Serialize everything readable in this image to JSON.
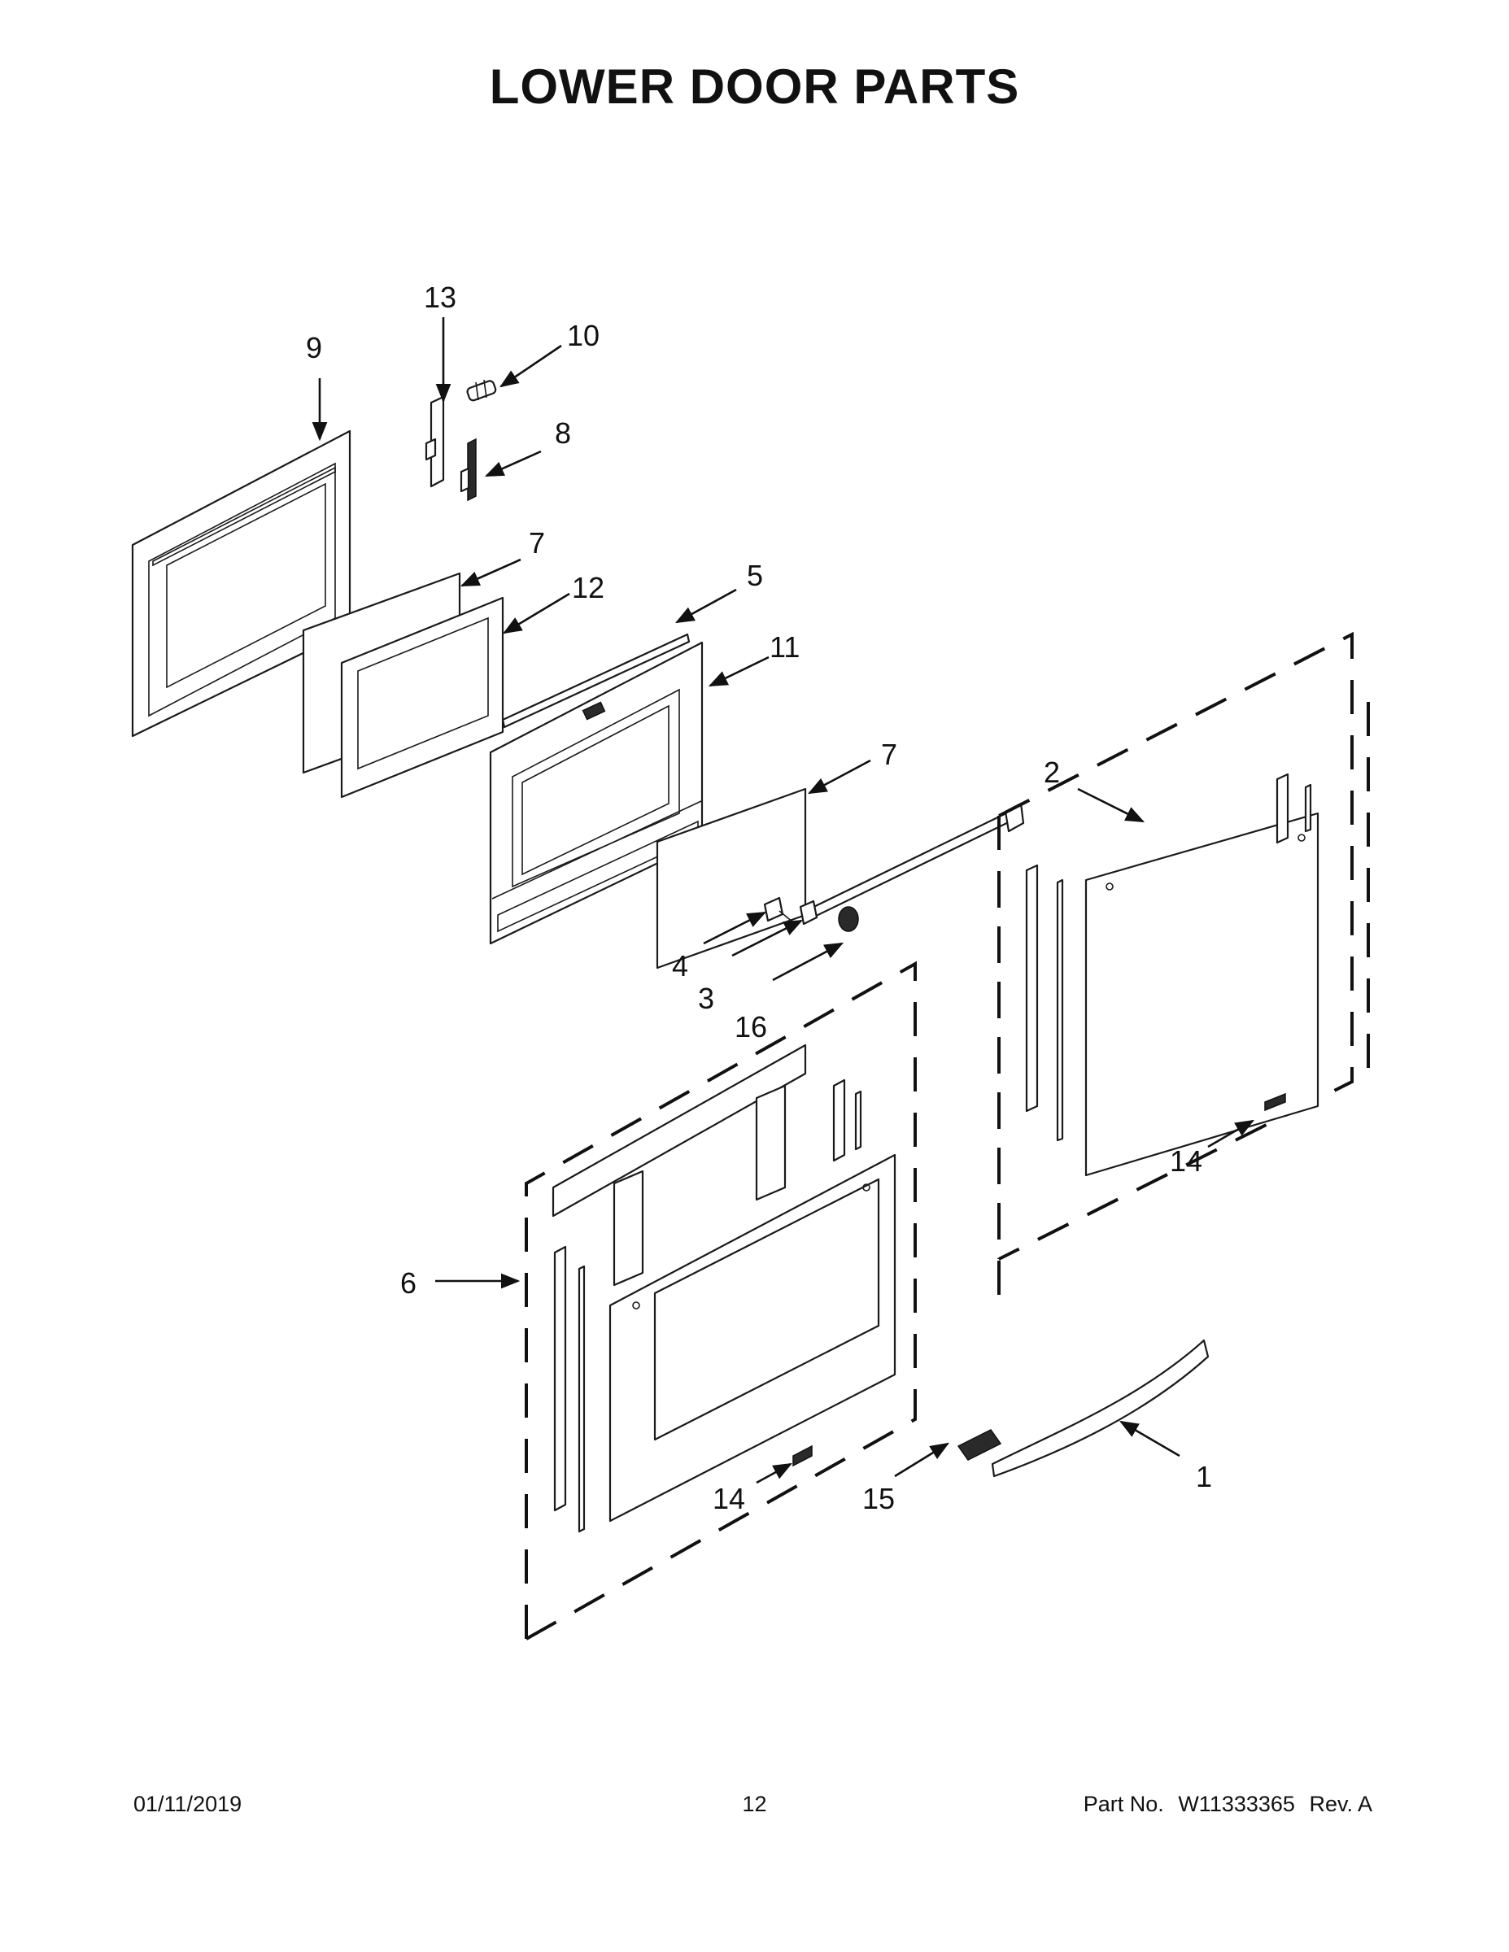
{
  "title": "LOWER DOOR PARTS",
  "callouts": {
    "c1": "1",
    "c2": "2",
    "c3": "3",
    "c4": "4",
    "c5": "5",
    "c6": "6",
    "c7a": "7",
    "c7b": "7",
    "c8": "8",
    "c9": "9",
    "c10": "10",
    "c11": "11",
    "c12": "12",
    "c13": "13",
    "c14a": "14",
    "c14b": "14",
    "c15": "15",
    "c16": "16"
  },
  "footer": {
    "date": "01/11/2019",
    "page": "12",
    "part_label": "Part No.",
    "part_number": "W11333365",
    "revision": "Rev. A"
  }
}
